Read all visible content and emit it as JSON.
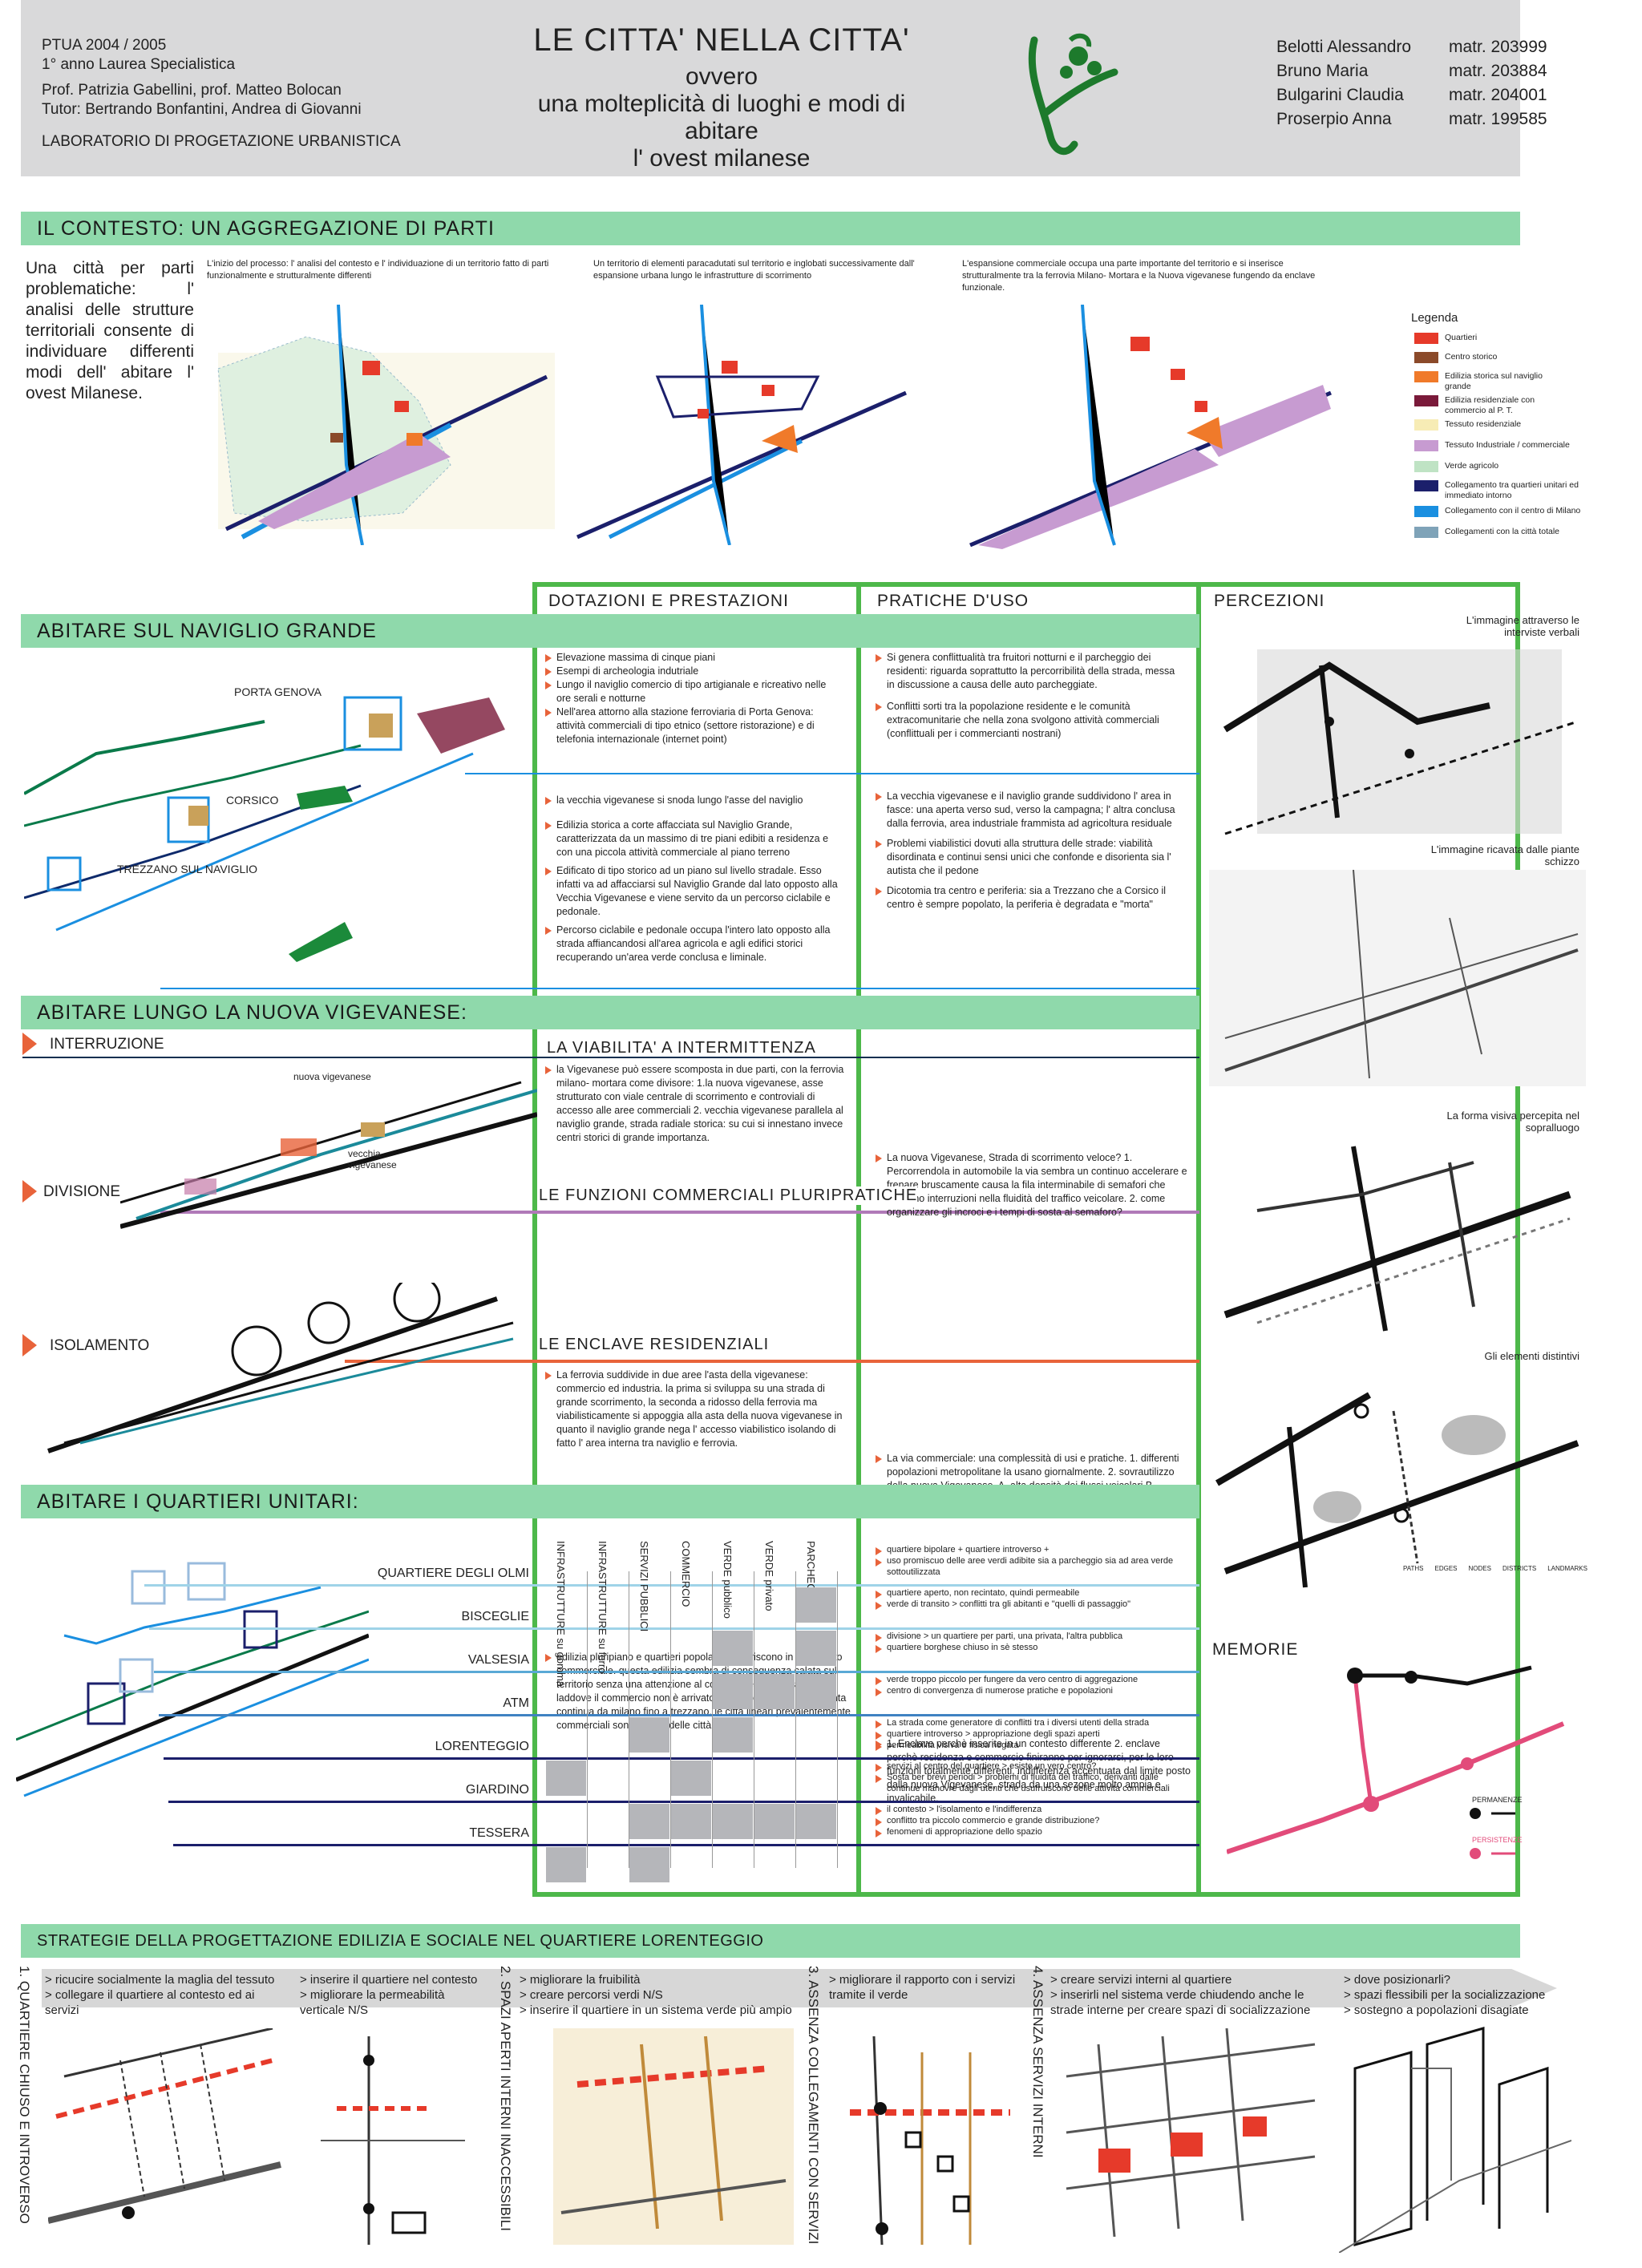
{
  "header": {
    "left_lines": [
      "PTUA 2004 / 2005",
      "1° anno Laurea Specialistica",
      "Prof. Patrizia Gabellini, prof. Matteo Bolocan",
      "Tutor: Bertrando Bonfantini, Andrea di Giovanni",
      "LABORATORIO DI PROGETAZIONE URBANISTICA"
    ],
    "title": "LE CITTA' NELLA CITTA'",
    "subtitle_1": "ovvero",
    "subtitle_2": "una molteplicità di luoghi e modi di abitare",
    "subtitle_3": "l' ovest milanese",
    "students": [
      {
        "name": "Belotti Alessandro",
        "matr": "matr. 203999"
      },
      {
        "name": "Bruno Maria",
        "matr": "matr. 203884"
      },
      {
        "name": "Bulgarini Claudia",
        "matr": "matr. 204001"
      },
      {
        "name": "Proserpio Anna",
        "matr": "matr. 199585"
      }
    ]
  },
  "contesto": {
    "band": "IL CONTESTO: UN AGGREGAZIONE DI PARTI",
    "intro": "Una città per parti problematiche: l' analisi delle strutture territoriali consente di individuare differenti modi dell' abitare l' ovest Milanese.",
    "cap1": "L'inizio del processo: l' analisi del contesto e l' individuazione di un territorio fatto di parti funzionalmente e strutturalmente differenti",
    "cap2": "Un territorio di elementi paracadutati sul territorio e inglobati successivamente dall' espansione urbana lungo le infrastrutture di scorrimento",
    "cap3": "L'espansione commerciale occupa una parte importante del territorio e si inserisce strutturalmente tra la ferrovia Milano- Mortara e la Nuova vigevanese fungendo da enclave funzionale."
  },
  "legend": {
    "title": "Legenda",
    "items": [
      {
        "label": "Quartieri",
        "color": "#e63a2a"
      },
      {
        "label": "Centro storico",
        "color": "#8b4a2a"
      },
      {
        "label": "Edilizia storica sul naviglio grande",
        "color": "#f07a2a"
      },
      {
        "label": "Edilizia residenziale con commercio al P. T.",
        "color": "#7a1a3a"
      },
      {
        "label": "Tessuto residenziale",
        "color": "#f7ecb5"
      },
      {
        "label": "Tessuto Industriale / commerciale",
        "color": "#c79bd1"
      },
      {
        "label": "Verde agricolo",
        "color": "#bfe3c4"
      },
      {
        "label": "Collegamento tra quartieri unitari ed immediato intorno",
        "color": "#1b1f6b"
      },
      {
        "label": "Collegamento con il centro di Milano",
        "color": "#1a8fe0"
      },
      {
        "label": "Collegamenti con la città totale",
        "color": "#7fa3b8"
      }
    ]
  },
  "columns": {
    "dotazioni": "DOTAZIONI E PRESTAZIONI",
    "pratiche": "PRATICHE D'USO",
    "percezioni": "PERCEZIONI"
  },
  "naviglio": {
    "band": "ABITARE SUL NAVIGLIO GRANDE",
    "labels": [
      "PORTA GENOVA",
      "CORSICO",
      "TREZZANO SUL NAVIGLIO"
    ],
    "dot1": [
      "Elevazione massima di cinque piani",
      "Esempi di archeologia indutriale",
      "Lungo il naviglio comercio di tipo artigianale e ricreativo nelle ore serali e notturne",
      "Nell'area attorno alla stazione ferroviaria di Porta Genova: attività commerciali di tipo etnico (settore ristorazione) e di telefonia internazionale (internet point)"
    ],
    "pra1": [
      "Si genera conflittualità tra fruitori notturni e il parcheggio dei residenti: riguarda soprattutto la percorribilità della strada, messa in discussione a causa delle auto parcheggiate.",
      "Conflitti sorti tra la popolazione residente e le comunità extracomunitarie che nella zona svolgono attività commerciali (conflittuali per i commercianti nostrani)"
    ],
    "dot2": [
      "la vecchia vigevanese si snoda lungo l'asse del naviglio",
      "Edilizia storica a corte affacciata sul Naviglio Grande, caratterizzata da un massimo di tre piani edibiti a residenza e con una piccola attività commerciale al piano terreno",
      "Edificato di tipo storico ad un piano sul livello stradale. Esso infatti va ad affacciarsi sul Naviglio Grande dal lato opposto alla Vecchia Vigevanese e viene servito da un percorso ciclabile e pedonale.",
      "Percorso ciclabile e pedonale occupa l'intero lato opposto alla strada affiancandosi all'area agricola e agli edifici storici recuperando un'area verde conclusa e liminale."
    ],
    "pra2": [
      "La vecchia vigevanese e il naviglio grande suddividono l' area in fasce: una aperta verso sud, verso la campagna; l' altra conclusa dalla ferrovia, area industriale frammista ad agricoltura residuale",
      "Problemi viabilistici dovuti alla struttura delle strade: viabilità disordinata e continui sensi unici che confonde e disorienta sia l' autista che il pedone",
      "Dicotomia tra centro e periferia: sia a Trezzano che a Corsico il centro è sempre popolato, la periferia è degradata e \"morta\""
    ]
  },
  "vigevanese": {
    "band": "ABITARE LUNGO LA NUOVA VIGEVANESE:",
    "sub1": "INTERRUZIONE",
    "sub2": "DIVISIONE",
    "sub3": "ISOLAMENTO",
    "map_labels": [
      "nuova vigevanese",
      "vecchia vigevanese"
    ],
    "h1": "LA VIABILITA' A INTERMITTENZA",
    "h2": "LE FUNZIONI COMMERCIALI PLURIPRATICHE",
    "h3": "LE ENCLAVE RESIDENZIALI",
    "dot1": "la Vigevanese può essere scomposta in due parti, con la ferrovia milano- mortara come divisore: 1.la nuova vigevanese, asse strutturato con viale centrale di scorrimento e controviali di accesso alle aree commerciali 2. vecchia vigevanese parallela al naviglio grande, strada radiale storica: su cui si innestano invece centri storici di grande importanza.",
    "pra1": "La nuova Vigevanese, Strada di scorrimento veloce? 1. Percorrendola in automobile la via sembra un continuo accelerare e frenare bruscamente causa la fila interminabile di semafori che causano interruzioni nella fluidità del traffico veicolare. 2. come organizzare gli incroci e i tempi di sosta al semaforo?",
    "dot2": "La ferrovia suddivide in due aree l'asta della vigevanese: commercio ed industria. la prima si sviluppa su una strada di grande scorrimento, la seconda a ridosso della ferrovia ma viabilisticamente si appoggia alla asta della nuova vigevanese in quanto il naviglio grande nega l' accesso viabilistico isolando di fatto l' area interna tra naviglio e ferrovia.",
    "pra2": "La via commerciale: una complessità di usi e pratiche. 1. differenti popolazioni metropolitane la usano giornalmente. 2. sovrautilizzo della nuova Vigevanese, A. alta densità dei flussi veicolari B. differenti mezzi di trasporto C. differenti popolazioni che la usano.",
    "dot3": "edilizia pluripiano e quartieri popolari si inseriscono in un tessuto commerciale. questa edilizia sembra di conseguenza calata sul territorio senza una attenzione al contesto, essa si è sviluppata laddove il commercio non è arrivato creando una cortina edificata continua da milano fino a trezzano. le città lineari prevalentemente commerciali sono tipiche delle città italiane.",
    "pra3": "1. Enclave perchè inserite in un contesto differente 2. enclave perchè residenza e commercio finiranno per ignorarsi, per le loro funzioni totalmente differenti, indifferenza accentuata dal limite posto dalla nuova Vigevanese, strada da una sezone molto ampia e invalicabile."
  },
  "quartieri": {
    "band": "ABITARE I QUARTIERI UNITARI:",
    "col_headers": [
      "INFRASTRUTTURE su gomma",
      "INFRASTRUTTURE su ferro",
      "SERVIZI PUBBLICI",
      "COMMERCIO",
      "VERDE pubblico",
      "VERDE privato",
      "PARCHEGGI"
    ],
    "rows": [
      {
        "name": "QUARTIERE DEGLI OLMI",
        "filled": [
          6
        ],
        "notes": [
          "quartiere bipolare + quartiere introverso +",
          "uso promiscuo delle aree verdi adibite sia a parcheggio sia ad area verde sottoutilizzata"
        ]
      },
      {
        "name": "BISCEGLIE",
        "filled": [
          4,
          6
        ],
        "notes": [
          "quartiere aperto, non recintato, quindi permeabile",
          "verde di transito > conflitti tra gli abitanti e \"quelli di passaggio\""
        ]
      },
      {
        "name": "VALSESIA",
        "filled": [
          4,
          5,
          6
        ],
        "notes": [
          "divisione > un quartiere per parti, una privata, l'altra pubblica",
          "quartiere borghese chiuso in sè stesso"
        ]
      },
      {
        "name": "ATM",
        "filled": [
          2,
          4
        ],
        "notes": [
          "verde troppo piccolo per fungere da vero centro di aggregazione",
          "centro di convergenza di numerose pratiche e popolazioni"
        ]
      },
      {
        "name": "LORENTEGGIO",
        "filled": [
          0,
          3
        ],
        "notes": [
          "La strada come generatore di conflitti tra i diversi utenti della strada",
          "quartiere introverso > appropriazione degli spazi aperti",
          "permeabilità visiva e fisica negata"
        ]
      },
      {
        "name": "GIARDINO",
        "filled": [
          2,
          3,
          4,
          5,
          6
        ],
        "notes": [
          "servizi al centro del quartiere > esiste un vero centro?",
          "Sosta ber brevi periodi > problemi di fluidità del traffico, derivanti dalle continue manovre dagli utenti che usufruiscono delle attività commerciali"
        ]
      },
      {
        "name": "TESSERA",
        "filled": [
          0,
          2
        ],
        "notes": [
          "il contesto > l'isolamento e l'indifferenza",
          "conflitto tra piccolo commercio e grande distribuzione?",
          "fenomeni di appropriazione dello spazio"
        ]
      }
    ]
  },
  "percezioni": {
    "p1": "L'immagine attraverso le interviste verbali",
    "p2": "L'immagine ricavata dalle piante schizzo",
    "p3": "La forma visiva percepita nel sopralluogo",
    "p4": "Gli elementi distintivi",
    "memorie": "MEMORIE",
    "legend_items": [
      "PATHS",
      "EDGES",
      "NODES",
      "DISTRICTS",
      "LANDMARKS"
    ],
    "mem_labels": [
      "PERMANENZE",
      "PERSISTENZE"
    ]
  },
  "strategie": {
    "band": "STRATEGIE DELLA PROGETTAZIONE EDILIZIA E SOCIALE  NEL QUARTIERE LORENTEGGIO",
    "side_labels": [
      "1. QUARTIERE CHIUSO E INTROVERSO",
      "2. SPAZI APERTI INTERNI INACCESSIBILI",
      "3. ASSENZA COLLEGAMENTI CON SERVIZI",
      "4. ASSENZA SERVIZI INTERNI"
    ],
    "g1": [
      "> ricucire socialmente la maglia del tessuto",
      "> collegare il quartiere al contesto ed ai servizi"
    ],
    "g2": [
      "> inserire il quartiere nel contesto",
      "> migliorare la permeabilità verticale N/S"
    ],
    "g3": [
      "> migliorare la fruibilità",
      "> creare percorsi verdi N/S",
      "> inserire il quartiere in un sistema verde più ampio"
    ],
    "g4": [
      "> migliorare il rapporto con i servizi tramite il verde"
    ],
    "g5": [
      "> creare servizi interni al quartiere",
      "> inserirli nel sistema verde chiudendo anche le strade interne per creare spazi di socializzazione"
    ],
    "g6": [
      "> dove posizionarli?",
      "> spazi flessibili per la socializzazione",
      "> sostegno a popolazioni disagiate"
    ]
  }
}
